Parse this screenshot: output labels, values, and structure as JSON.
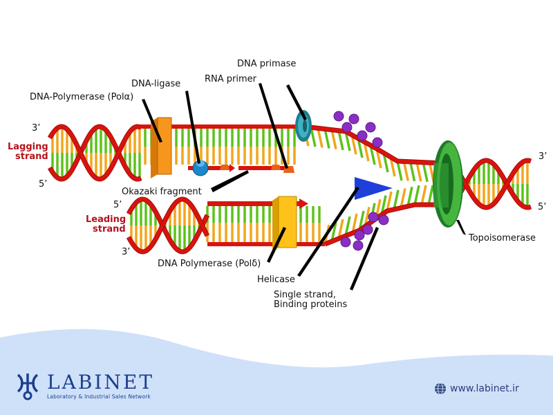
{
  "labels": {
    "dna_primase": "DNA primase",
    "rna_primer": "RNA primer",
    "dna_ligase": "DNA-ligase",
    "dna_pol_alpha": "DNA-Polymerase (Polα)",
    "okazaki": "Okazaki fragment",
    "dna_pol_delta": "DNA Polymerase (Polδ)",
    "helicase": "Helicase",
    "ssb_line1": "Single strand,",
    "ssb_line2": "Binding proteins",
    "topoisomerase": "Topoisomerase"
  },
  "strands": {
    "lagging_line1": "Lagging",
    "lagging_line2": "strand",
    "leading_line1": "Leading",
    "leading_line2": "strand"
  },
  "ends": {
    "lag_top": "3’",
    "lag_bottom": "5’",
    "lead_top": "5’",
    "lead_bottom": "3’",
    "right_top": "3’",
    "right_bottom": "5’"
  },
  "footer": {
    "brand": "LABINET",
    "tagline": "Laboratory & Industrial Sales Network",
    "website": "www.labinet.ir"
  },
  "colors": {
    "backbone_red": "#d9130e",
    "base_green": "#5cc21a",
    "base_orange": "#f2a51c",
    "ssb_purple": "#8a2fc4",
    "helicase_blue": "#1f3fd9",
    "primase_teal": "#2a9aa8",
    "topoisomerase_green": "#2e9e3a",
    "footer_blue": "#cfe0f9"
  },
  "icons": [
    "labinet-logo-icon",
    "globe-icon"
  ]
}
